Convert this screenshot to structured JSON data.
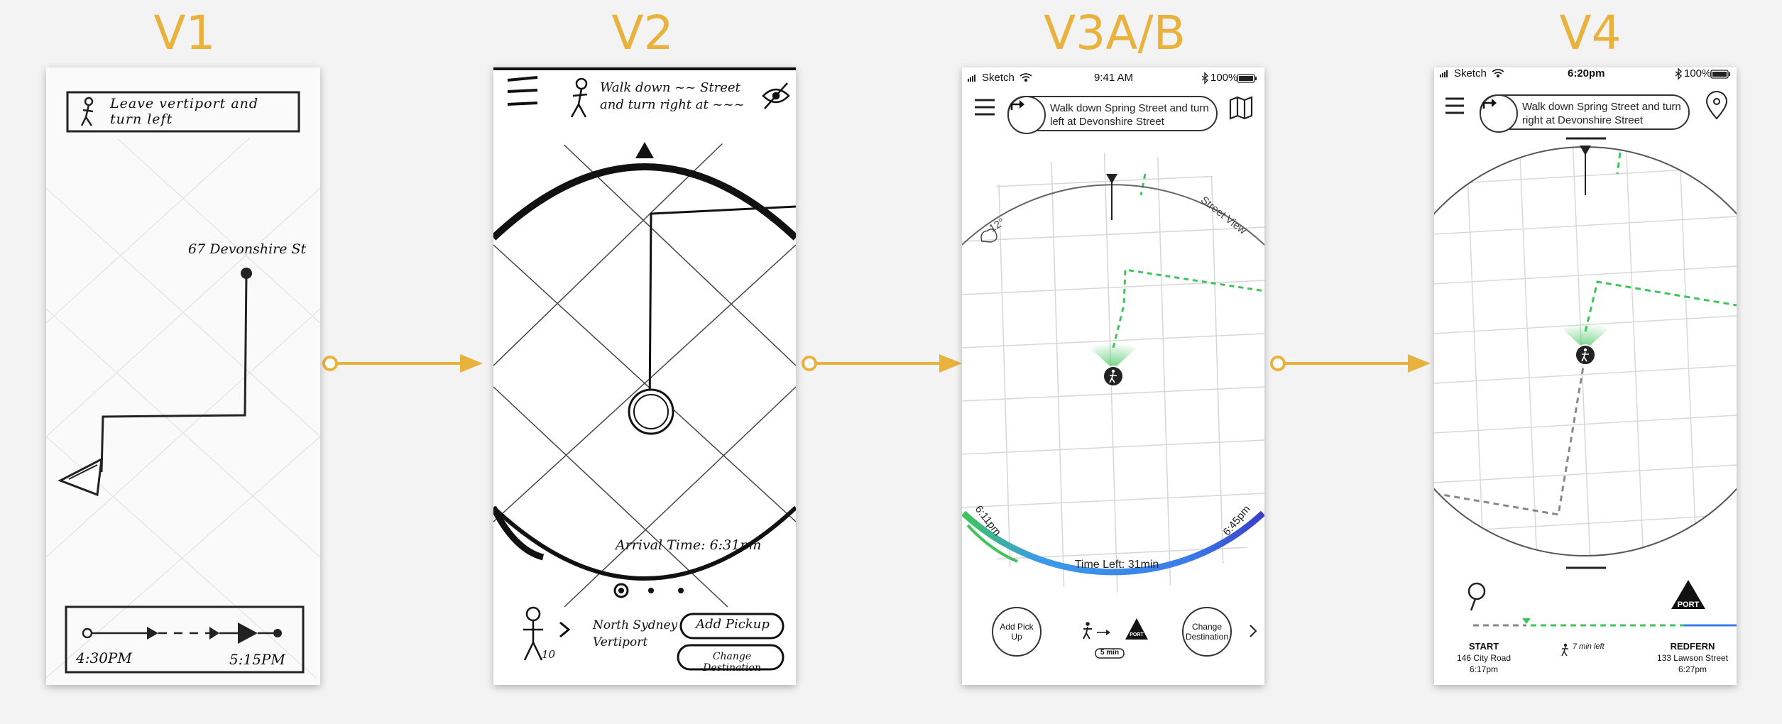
{
  "versions": [
    "V1",
    "V2",
    "V3A/B",
    "V4"
  ],
  "colors": {
    "label": "#e8b23c",
    "arrow": "#e8b23c",
    "route": "#3ec45a",
    "timer": "#3b7bea"
  },
  "v1": {
    "instruction": "Leave vertiport and turn left",
    "destination": "67 Devonshire St",
    "start_time": "4:30PM",
    "end_time": "5:15PM"
  },
  "v2": {
    "instruction_line1": "Walk down ~~ Street",
    "instruction_line2": "and turn right at ~~~",
    "arrival": "Arrival Time: 6:31pm",
    "location_line1": "North Sydney",
    "location_line2": "Vertiport",
    "walker_count": "10",
    "add_pickup": "Add Pickup",
    "change_destination": "Change Destination"
  },
  "v3": {
    "carrier": "Sketch",
    "time": "9:41 AM",
    "battery": "100%",
    "instruction": "Walk down Spring Street and turn left at Devonshire Street",
    "temperature": "12°",
    "street_view": "Street View",
    "start_time": "6:11pm",
    "end_time": "6:45pm",
    "time_left": "Time Left: 31min",
    "add_pickup": "Add Pick Up",
    "change_destination": "Change Destination",
    "walk_duration": "5 min",
    "port_label": "PORT"
  },
  "v4": {
    "carrier": "Sketch",
    "time": "6:20pm",
    "battery": "100%",
    "instruction": "Walk down Spring Street and turn right at Devonshire Street",
    "start_label": "START",
    "start_address": "146 City Road",
    "start_time": "6:17pm",
    "mid_label": "7 min left",
    "end_label": "REDFERN",
    "end_address": "133 Lawson Street",
    "end_time": "6:27pm",
    "port_label": "PORT"
  }
}
